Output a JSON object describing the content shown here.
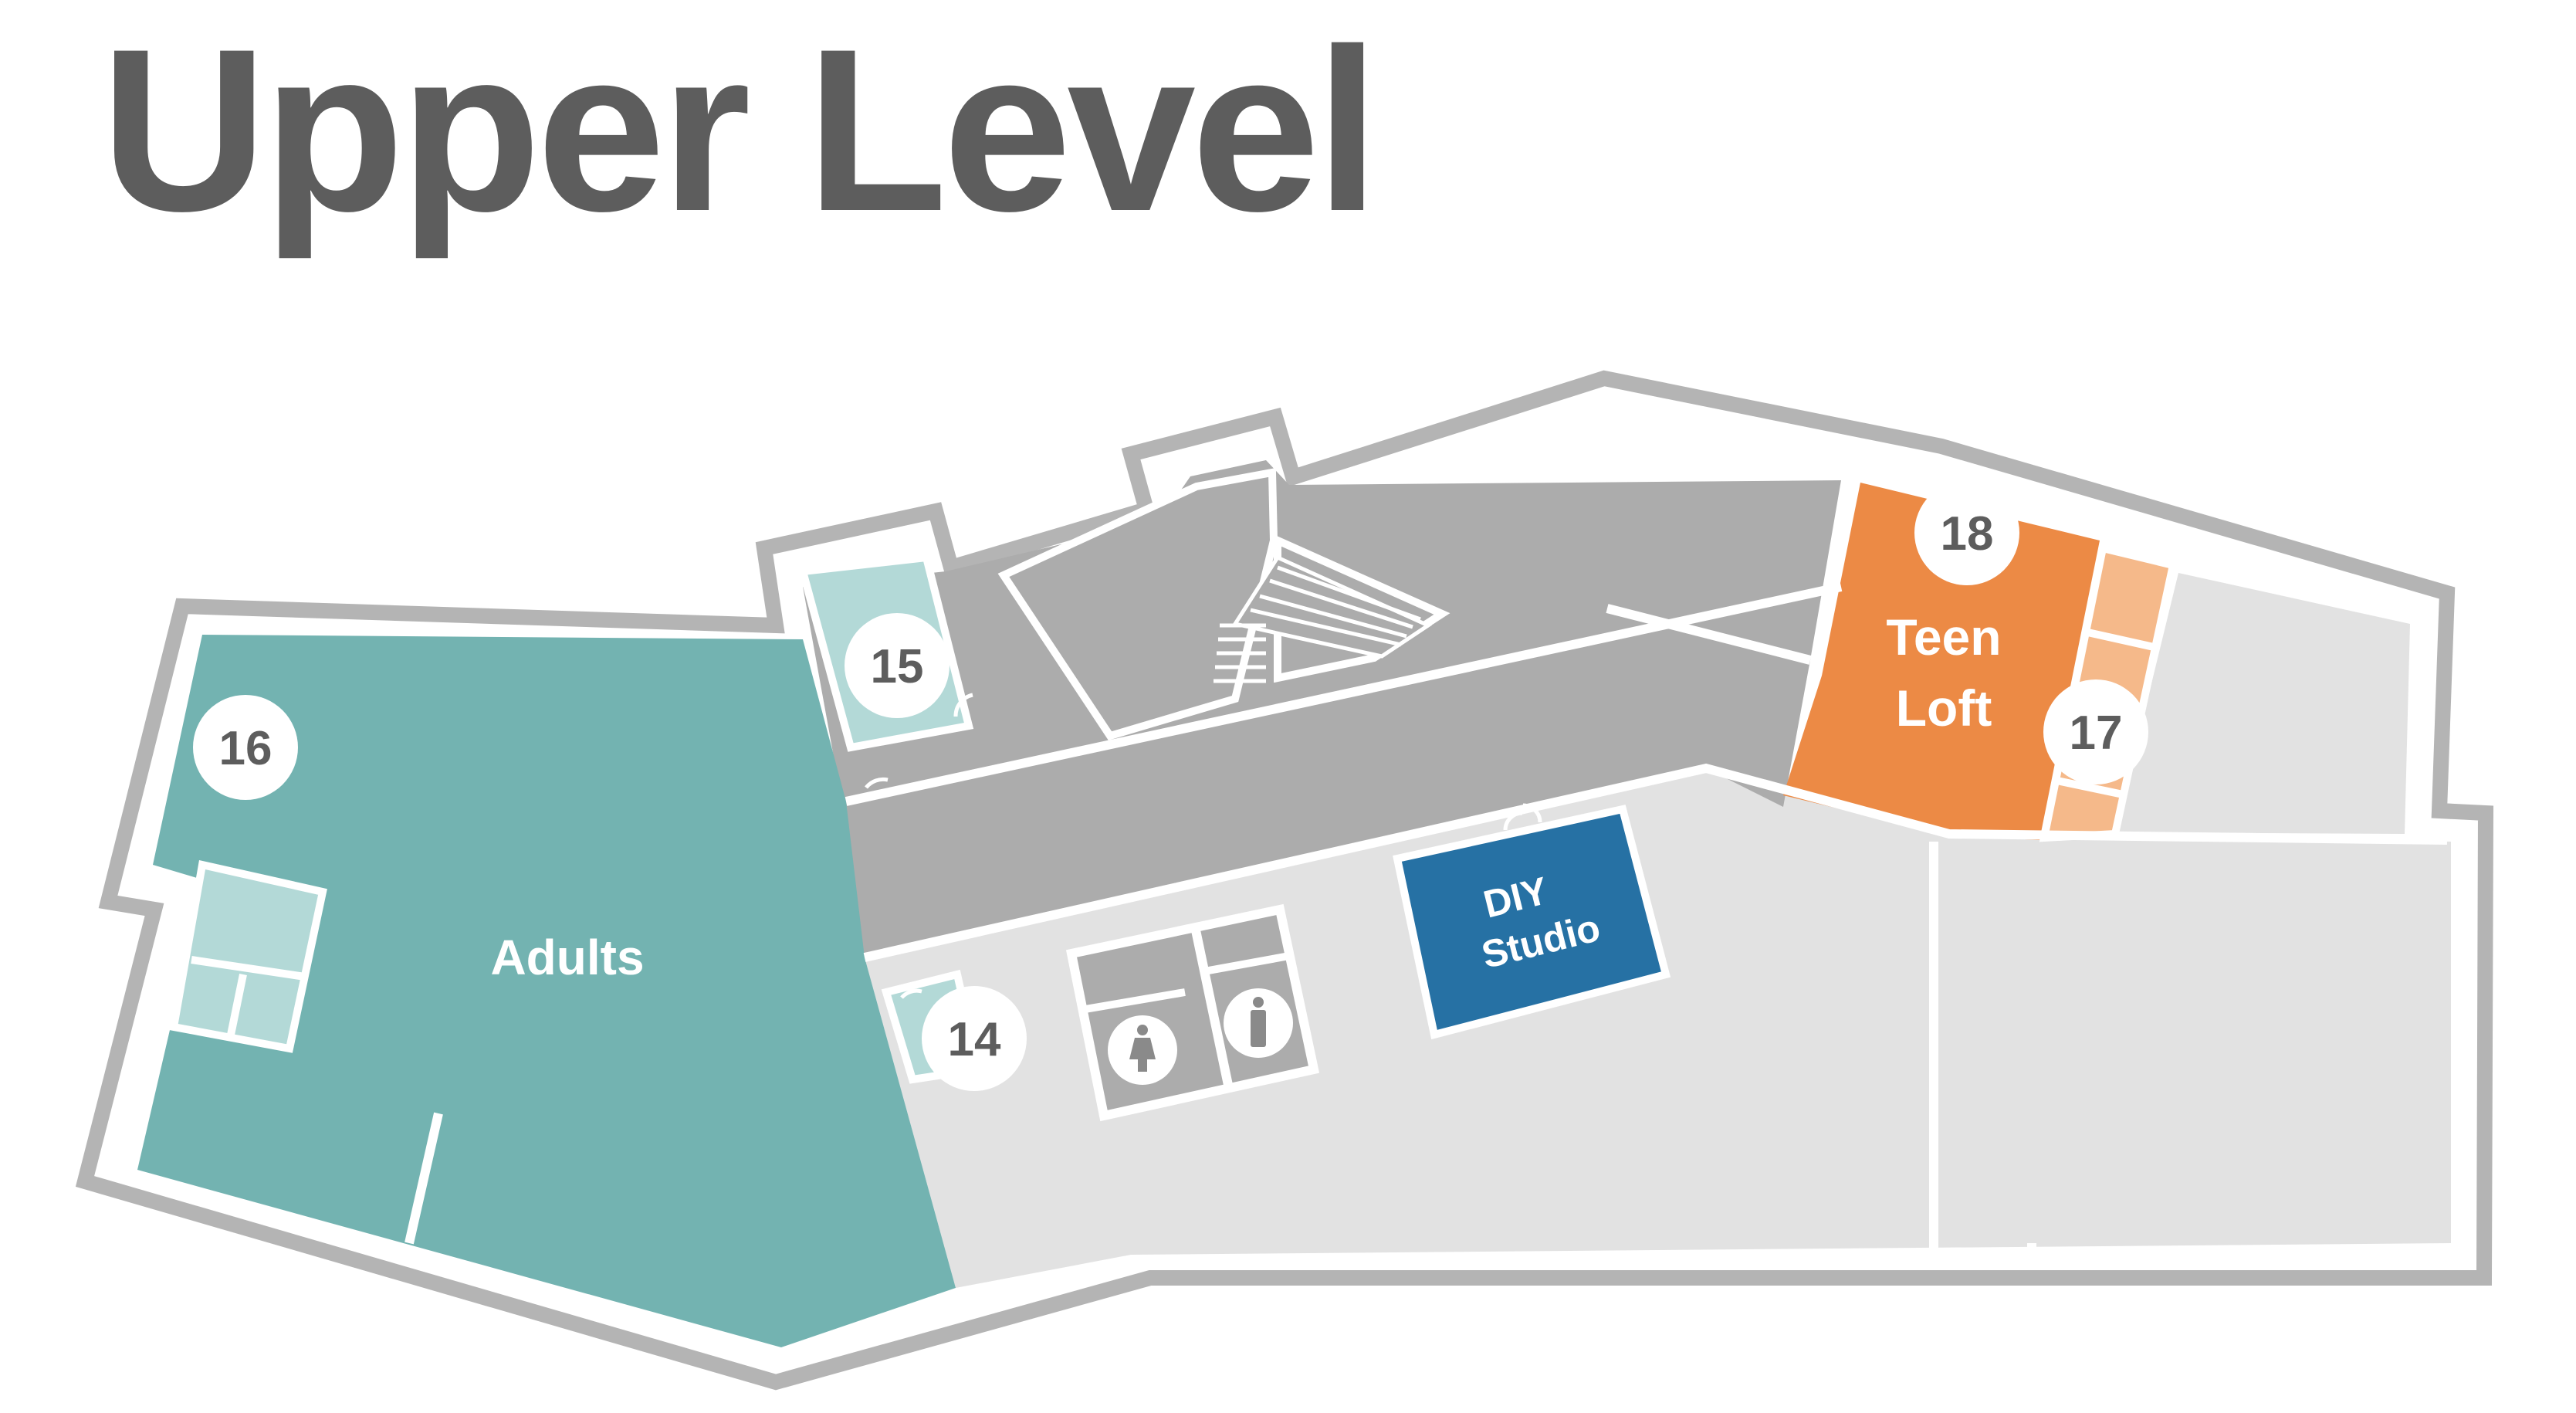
{
  "title": "Upper Level",
  "rooms": {
    "adults": {
      "label": "Adults",
      "number": "16"
    },
    "teen_loft": {
      "label_line1": "Teen",
      "label_line2": "Loft",
      "number": "18"
    },
    "diy_studio": {
      "label_line1": "DIY",
      "label_line2": "Studio"
    }
  },
  "markers": {
    "m14": "14",
    "m15": "15",
    "m16": "16",
    "m17": "17",
    "m18": "18"
  },
  "icons": [
    "women-restroom-icon",
    "men-restroom-icon",
    "stairs-icon",
    "door-icon"
  ],
  "colors": {
    "adults": "#73b3b1",
    "adults_support": "#b3d9d7",
    "teen_loft": "#ec8a45",
    "teen_support": "#f5b98a",
    "diy_studio": "#2671a4",
    "circulation": "#acacac",
    "other_space": "#e2e2e2",
    "outer_wall": "#b4b4b4",
    "title": "#5d5d5d"
  }
}
